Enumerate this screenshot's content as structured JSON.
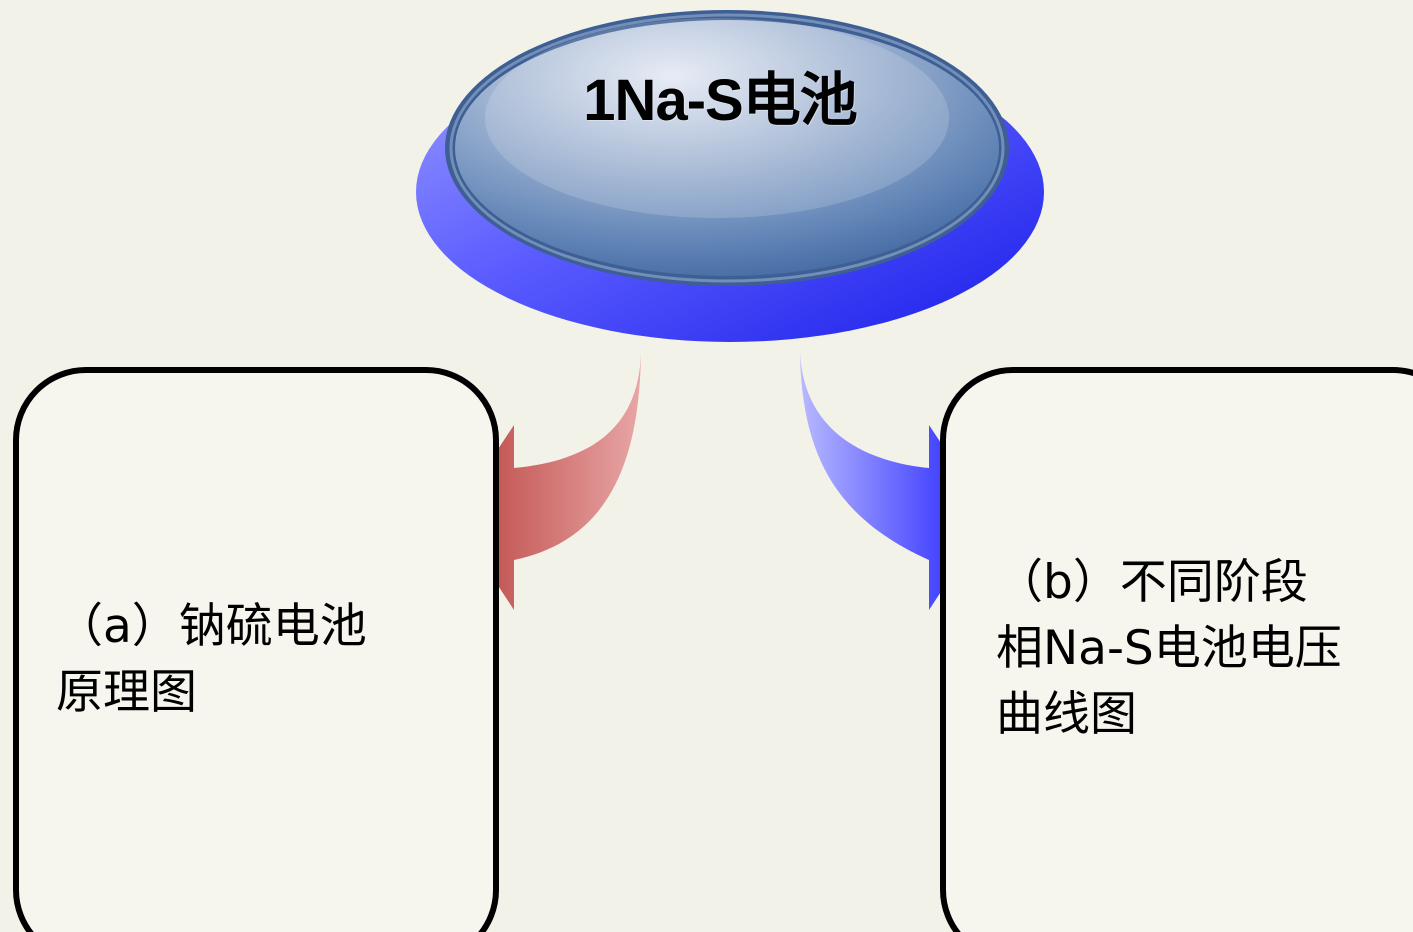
{
  "title": "1Na-S电池",
  "left_box": {
    "line1": "（a）钠硫电池",
    "line2": "原理图"
  },
  "right_box": {
    "line1": "（b）不同阶段",
    "line2": "相Na-S电池电压",
    "line3": "曲线图"
  },
  "colors": {
    "background": "#f3f2e9",
    "disc_base": "#2a2ff0",
    "disc_top": "#4f74a8",
    "arrow_left": "#c0504d",
    "arrow_right": "#2020ff",
    "box_border": "#000000",
    "box_fill": "#f6f5ee"
  }
}
